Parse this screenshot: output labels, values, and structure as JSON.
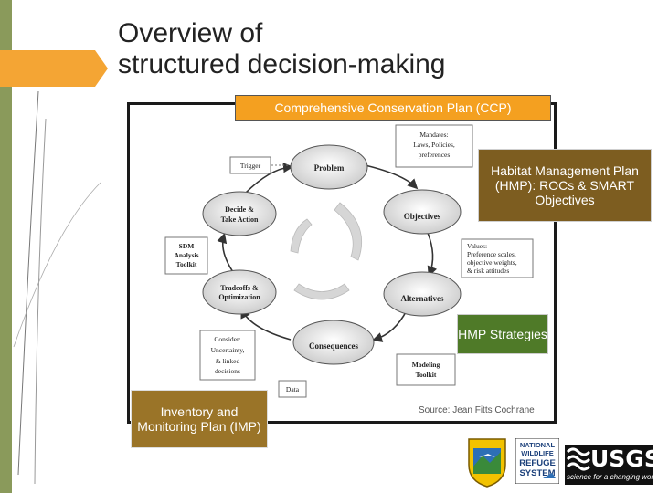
{
  "slide": {
    "title_line1": "Overview of",
    "title_line2": "structured decision-making"
  },
  "callouts": {
    "ccp": "Comprehensive Conservation Plan (CCP)",
    "hmp": "Habitat Management Plan (HMP): ROCs & SMART Objectives",
    "strategies": "HMP Strategies",
    "imp": "Inventory and Monitoring Plan (IMP)"
  },
  "diagram": {
    "nodes": {
      "problem": "Problem",
      "objectives": "Objectives",
      "alternatives": "Alternatives",
      "consequences": "Consequences",
      "tradeoffs_1": "Tradeoffs &",
      "tradeoffs_2": "Optimization",
      "decide_1": "Decide &",
      "decide_2": "Take Action"
    },
    "boxes": {
      "trigger": "Trigger",
      "mandates_1": "Mandates:",
      "mandates_2": "Laws, Policies,",
      "mandates_3": "preferences",
      "values_1": "Values:",
      "values_2": "Preference scales,",
      "values_3": "objective weights,",
      "values_4": "& risk attitudes",
      "sdm_1": "SDM",
      "sdm_2": "Analysis",
      "sdm_3": "Toolkit",
      "consider_1": "Consider:",
      "consider_2": "Uncertainty,",
      "consider_3": "& linked",
      "consider_4": "decisions",
      "modeling_1": "Modeling",
      "modeling_2": "Toolkit",
      "data": "Data"
    },
    "source": "Source: Jean Fitts Cochrane"
  },
  "logos": {
    "usgs_word": "USGS",
    "usgs_tagline": "science for a changing world",
    "nwrs_1": "NATIONAL",
    "nwrs_2": "WILDLIFE",
    "nwrs_3": "REFUGE",
    "nwrs_4": "SYSTEM"
  },
  "colors": {
    "accent_orange": "#f4a020",
    "hmp_brown": "#7d5d20",
    "strategies_green": "#4f7a28",
    "imp_tan": "#9a7428"
  }
}
